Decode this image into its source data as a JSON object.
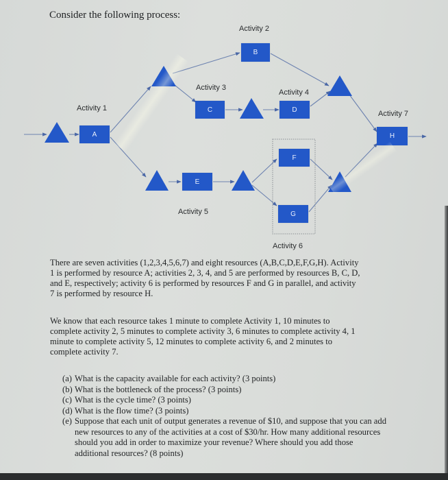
{
  "title": "Consider the following process:",
  "diagram": {
    "colors": {
      "resource_fill": "#2358c8",
      "triangle_fill": "#2358c8",
      "arrow": "#5f78a8",
      "dotted_box": "#8a8f94"
    },
    "activities": [
      {
        "label": "Activity 1",
        "resource": "A"
      },
      {
        "label": "Activity 2",
        "resource": "B"
      },
      {
        "label": "Activity 3",
        "resource": "C"
      },
      {
        "label": "Activity 4",
        "resource": "D"
      },
      {
        "label": "Activity 5",
        "resource": "E"
      },
      {
        "label": "Activity 6",
        "resources": [
          "F",
          "G"
        ]
      },
      {
        "label": "Activity 7",
        "resource": "H"
      }
    ],
    "labels": {
      "a1": "Activity 1",
      "a2": "Activity 2",
      "a3": "Activity 3",
      "a4": "Activity 4",
      "a5": "Activity 5",
      "a6": "Activity 6",
      "a7": "Activity 7"
    },
    "resources": {
      "A": "A",
      "B": "B",
      "C": "C",
      "D": "D",
      "E": "E",
      "F": "F",
      "G": "G",
      "H": "H"
    },
    "triangle_icon": "inventory-buffer-triangle"
  },
  "paragraphs": {
    "p1": [
      "There are seven activities (1,2,3,4,5,6,7) and eight resources (A,B,C,D,E,F,G,H). Activity",
      "1 is performed by resource A; activities 2, 3, 4, and 5 are performed by resources B, C, D,",
      "and E, respectively; activity 6 is performed by resources F and G in parallel, and activity",
      "7 is performed by resource H."
    ],
    "p2": [
      "We know that each resource takes 1 minute to complete Activity 1, 10 minutes to",
      "complete activity 2, 5 minutes to complete activity 3, 6 minutes to complete activity 4, 1",
      "minute to complete activity 5, 12 minutes to complete activity 6, and 2 minutes to",
      "complete activity 7."
    ]
  },
  "questions": [
    {
      "key": "(a)",
      "text": "What is the capacity available for each activity? (3 points)"
    },
    {
      "key": "(b)",
      "text": "What is the bottleneck of the process? (3 points)"
    },
    {
      "key": "(c)",
      "text": "What is the cycle time? (3 points)"
    },
    {
      "key": "(d)",
      "text": "What is the flow time? (3 points)"
    },
    {
      "key": "(e)",
      "text": "Suppose that each unit of output generates a revenue of $10, and suppose that you can add new resources to any of the activities at a cost of $30/hr. How many additional resources should you add in order to maximize your revenue? Where should you add those additional resources? (8 points)"
    }
  ]
}
